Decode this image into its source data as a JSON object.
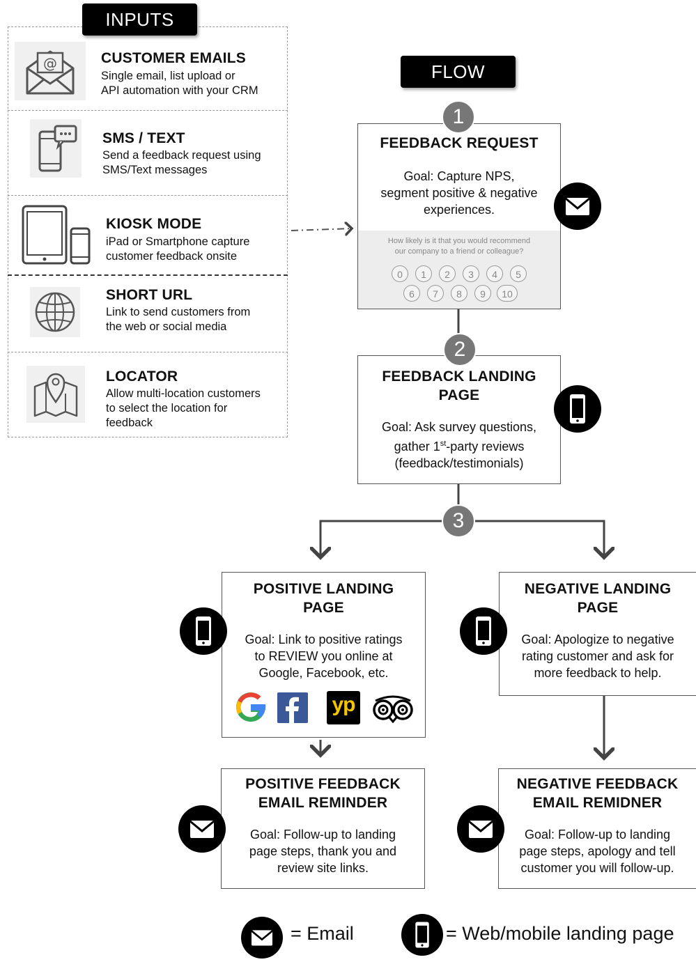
{
  "inputs_tag": "INPUTS",
  "flow_tag": "FLOW",
  "inputs": [
    {
      "title": "CUSTOMER EMAILS",
      "desc": "Single email, list upload or\nAPI automation with your CRM",
      "icon": "envelope-at-icon"
    },
    {
      "title": "SMS / TEXT",
      "desc": "Send a feedback request using\nSMS/Text messages",
      "icon": "phone-chat-icon"
    },
    {
      "title": "KIOSK MODE",
      "desc": "iPad or Smartphone capture\ncustomer feedback onsite",
      "icon": "tablet-phone-icon"
    },
    {
      "title": "SHORT URL",
      "desc": "Link to send customers from\nthe web or social media",
      "icon": "globe-icon"
    },
    {
      "title": "LOCATOR",
      "desc": "Allow multi-location customers\nto select the location for\nfeedback",
      "icon": "map-pin-icon"
    }
  ],
  "steps": [
    "1",
    "2",
    "3"
  ],
  "feedback_request": {
    "title": "FEEDBACK REQUEST",
    "goal": "Goal: Capture NPS,\nsegment positive & negative\nexperiences.",
    "nps_question": "How likely is it that you would recommend\nour company to a friend or colleague?",
    "nps_scale": [
      "0",
      "1",
      "2",
      "3",
      "4",
      "5",
      "6",
      "7",
      "8",
      "9",
      "10"
    ]
  },
  "feedback_landing": {
    "title": "FEEDBACK LANDING\nPAGE",
    "goal_pre": "Goal: Ask survey questions,\ngather 1",
    "goal_sup": "st",
    "goal_post": "-party reviews\n(feedback/testimonials)"
  },
  "positive_landing": {
    "title": "POSITIVE LANDING\nPAGE",
    "goal": "Goal: Link to positive ratings\nto REVIEW you online at\nGoogle, Facebook, etc.",
    "logos": [
      "google-logo",
      "facebook-logo",
      "yelp-logo",
      "tripadvisor-logo"
    ],
    "yelp_text": "yp"
  },
  "negative_landing": {
    "title": "NEGATIVE LANDING\nPAGE",
    "goal": "Goal: Apologize to negative\nrating customer and ask for\nmore feedback to help."
  },
  "positive_reminder": {
    "title": "POSITIVE FEEDBACK\nEMAIL REMINDER",
    "goal": "Goal: Follow-up to landing\npage steps, thank you and\nreview site links."
  },
  "negative_reminder": {
    "title": "NEGATIVE FEEDBACK\nEMAIL REMIDNER",
    "goal": "Goal: Follow-up to landing\npage steps, apology and tell\ncustomer you will follow-up."
  },
  "legend": {
    "email": "= Email",
    "web": "=  Web/mobile landing page"
  },
  "colors": {
    "step_grey": "#777777",
    "badge": "#000000",
    "dashed_border": "#999999",
    "google_blue": "#4285F4",
    "google_red": "#EA4335",
    "google_yellow": "#FBBC05",
    "google_green": "#34A853",
    "facebook": "#3b5998"
  }
}
